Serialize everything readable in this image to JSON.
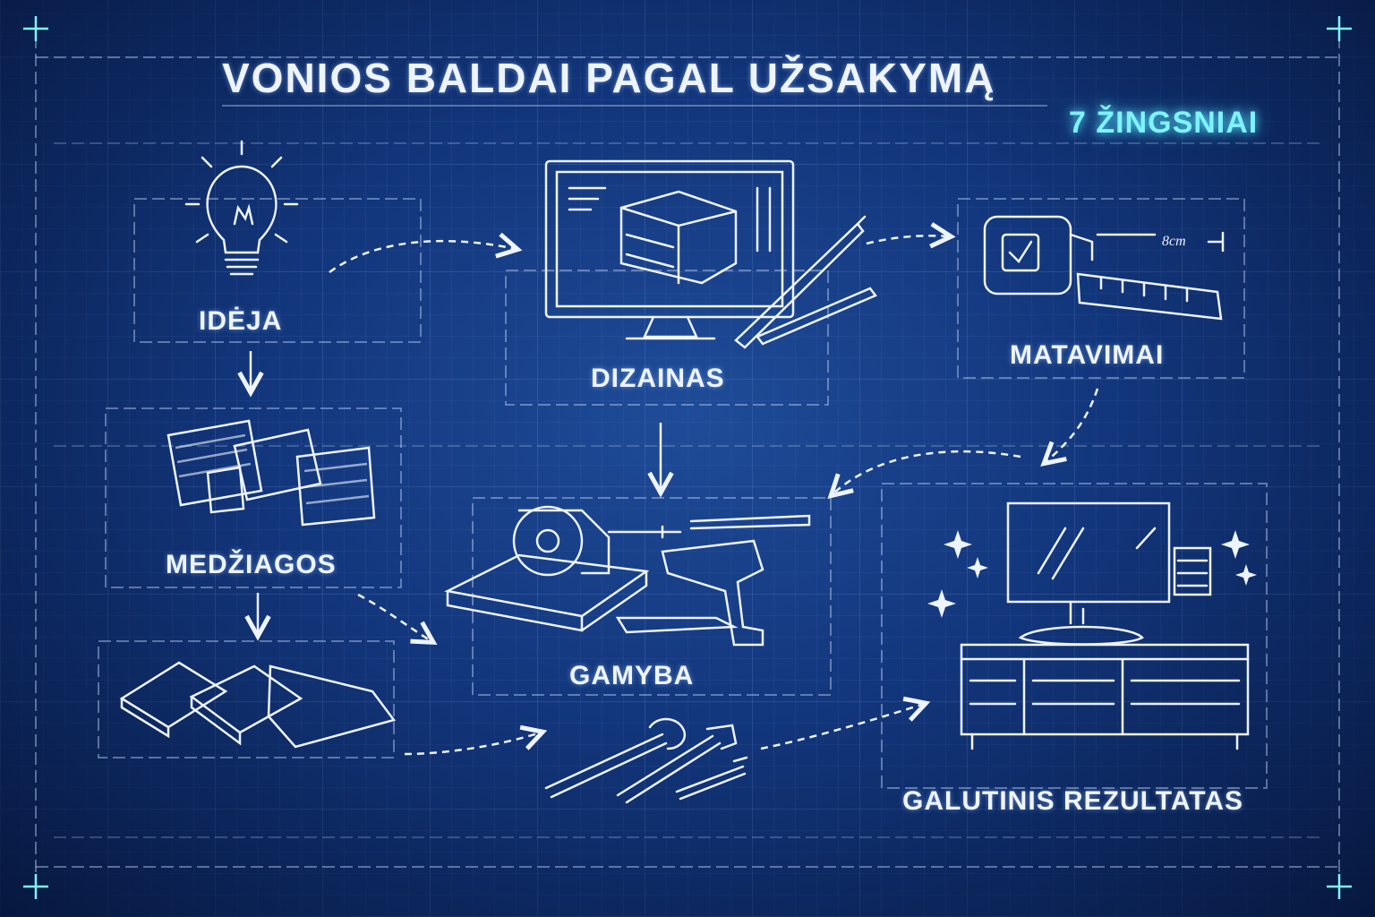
{
  "title": "VONIOS BALDAI PAGAL UŽSAKYMĄ",
  "badge": "7 ŽINGSNIAI",
  "steps": [
    {
      "label": "IDĖJA",
      "icon": "lightbulb-icon"
    },
    {
      "label": "DIZAINAS",
      "icon": "monitor-design-icon"
    },
    {
      "label": "MATAVIMAI",
      "icon": "tape-measure-icon"
    },
    {
      "label": "MEDŽIAGOS",
      "icon": "material-samples-icon"
    },
    {
      "label": "GAMYBA",
      "icon": "production-tools-icon"
    },
    {
      "label": "GALUTINIS REZULTATAS",
      "icon": "bathroom-vanity-icon"
    }
  ],
  "measure_mark": "8cm",
  "colors": {
    "background": "#143a82",
    "line": "#eef4ff",
    "accent": "#7ff3ff"
  }
}
